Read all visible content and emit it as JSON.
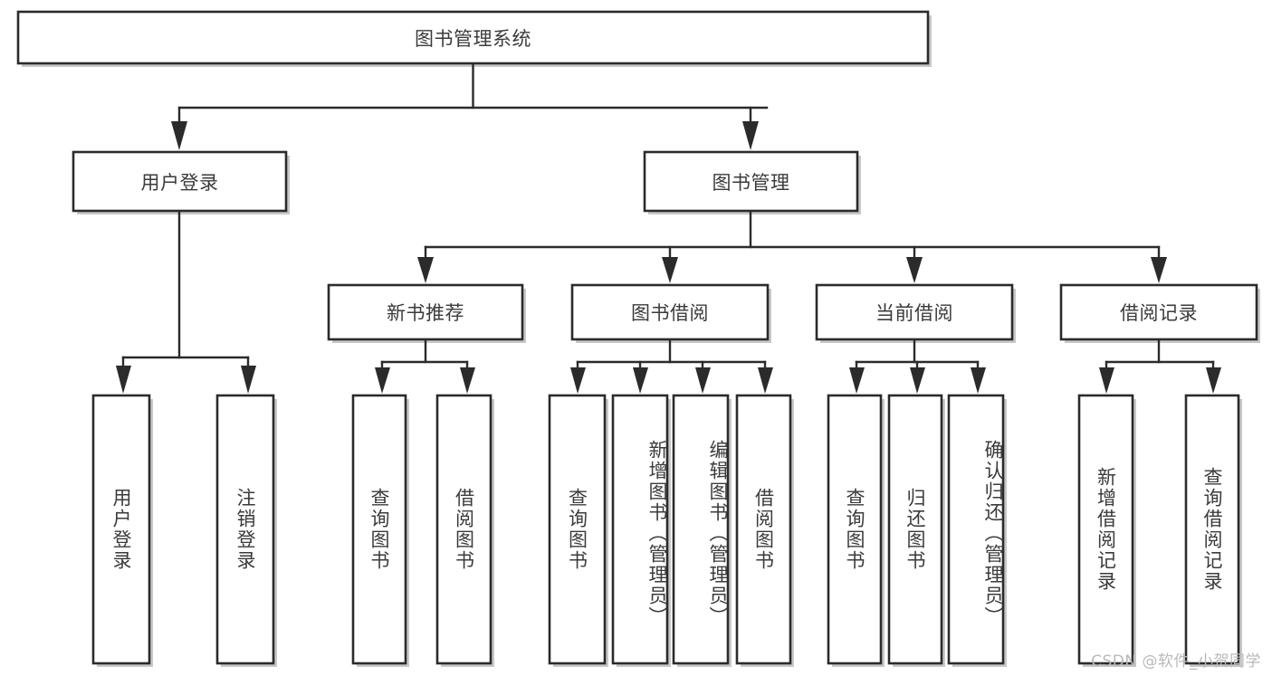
{
  "diagram": {
    "type": "tree",
    "title": "图书管理系统",
    "watermark": "CSDN @软件_小贺同学",
    "colors": {
      "stroke": "#2b2b2b",
      "fill": "#ffffff",
      "text": "#3b3b3b",
      "watermark": "#b9b9b9"
    },
    "nodes": {
      "root": {
        "label": "图书管理系统",
        "level": 0,
        "orientation": "horizontal"
      },
      "l1_a": {
        "label": "用户登录",
        "level": 1,
        "orientation": "horizontal"
      },
      "l1_b": {
        "label": "图书管理",
        "level": 1,
        "orientation": "horizontal"
      },
      "l2_a": {
        "label": "新书推荐",
        "level": 2,
        "orientation": "horizontal"
      },
      "l2_b": {
        "label": "图书借阅",
        "level": 2,
        "orientation": "horizontal"
      },
      "l2_c": {
        "label": "当前借阅",
        "level": 2,
        "orientation": "horizontal"
      },
      "l2_d": {
        "label": "借阅记录",
        "level": 2,
        "orientation": "horizontal"
      },
      "leaf_1": {
        "label": "用户登录",
        "level": 3,
        "orientation": "vertical",
        "parent": "用户登录"
      },
      "leaf_2": {
        "label": "注销登录",
        "level": 3,
        "orientation": "vertical",
        "parent": "用户登录"
      },
      "leaf_3": {
        "label": "查询图书",
        "level": 3,
        "orientation": "vertical",
        "parent": "新书推荐"
      },
      "leaf_4": {
        "label": "借阅图书",
        "level": 3,
        "orientation": "vertical",
        "parent": "新书推荐"
      },
      "leaf_5": {
        "label": "查询图书",
        "level": 3,
        "orientation": "vertical",
        "parent": "图书借阅"
      },
      "leaf_6": {
        "label": "新增图书（管理员）",
        "level": 3,
        "orientation": "vertical",
        "parent": "图书借阅"
      },
      "leaf_7": {
        "label": "编辑图书（管理员）",
        "level": 3,
        "orientation": "vertical",
        "parent": "图书借阅"
      },
      "leaf_8": {
        "label": "借阅图书",
        "level": 3,
        "orientation": "vertical",
        "parent": "图书借阅"
      },
      "leaf_9": {
        "label": "查询图书",
        "level": 3,
        "orientation": "vertical",
        "parent": "当前借阅"
      },
      "leaf_10": {
        "label": "归还图书",
        "level": 3,
        "orientation": "vertical",
        "parent": "当前借阅"
      },
      "leaf_11": {
        "label": "确认归还（管理员）",
        "level": 3,
        "orientation": "vertical",
        "parent": "当前借阅"
      },
      "leaf_12": {
        "label": "新增借阅记录",
        "level": 3,
        "orientation": "vertical",
        "parent": "借阅记录"
      },
      "leaf_13": {
        "label": "查询借阅记录",
        "level": 3,
        "orientation": "vertical",
        "parent": "借阅记录"
      }
    }
  }
}
